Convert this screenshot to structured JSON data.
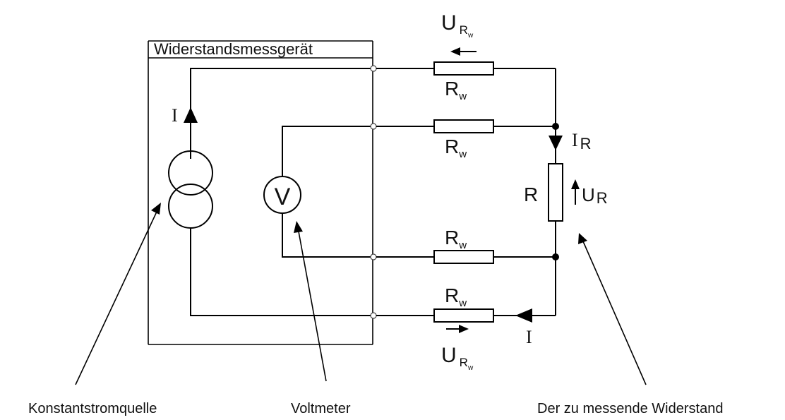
{
  "device_title": "Widerstandsmessgerät",
  "current_label": "I",
  "voltmeter_symbol": "V",
  "resistor_label": "R",
  "current_r": {
    "main": "I",
    "sub": "R"
  },
  "voltage_r": {
    "main": "U",
    "sub": "R"
  },
  "wire_resistor": {
    "main": "R",
    "sub": "w"
  },
  "voltage_rw": {
    "main": "U",
    "sub": "R",
    "subsub": "w"
  },
  "callouts": {
    "source": "Konstantstromquelle",
    "voltmeter": "Voltmeter",
    "resistor": "Der zu messende Widerstand"
  }
}
